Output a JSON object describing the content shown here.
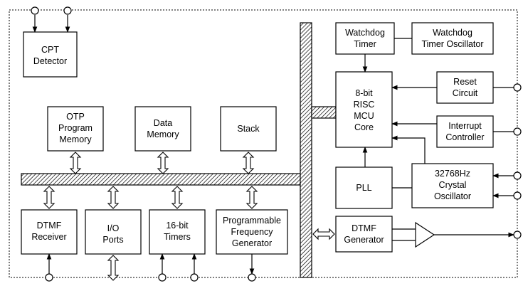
{
  "blocks": {
    "cpt_detector": [
      "CPT",
      "Detector"
    ],
    "otp_memory": [
      "OTP",
      "Program",
      "Memory"
    ],
    "data_memory": [
      "Data",
      "Memory"
    ],
    "stack": [
      "Stack"
    ],
    "watchdog_timer": [
      "Watchdog",
      "Timer"
    ],
    "watchdog_oscillator": [
      "Watchdog",
      "Timer Oscillator"
    ],
    "mcu_core": [
      "8-bit",
      "RISC",
      "MCU",
      "Core"
    ],
    "reset_circuit": [
      "Reset",
      "Circuit"
    ],
    "interrupt_controller": [
      "Interrupt",
      "Controller"
    ],
    "pll": [
      "PLL"
    ],
    "crystal_oscillator": [
      "32768Hz",
      "Crystal",
      "Oscillator"
    ],
    "dtmf_receiver": [
      "DTMF",
      "Receiver"
    ],
    "io_ports": [
      "I/O",
      "Ports"
    ],
    "timers": [
      "16-bit",
      "Timers"
    ],
    "freq_generator": [
      "Programmable",
      "Frequency",
      "Generator"
    ],
    "dtmf_generator": [
      "DTMF",
      "Generator"
    ]
  }
}
